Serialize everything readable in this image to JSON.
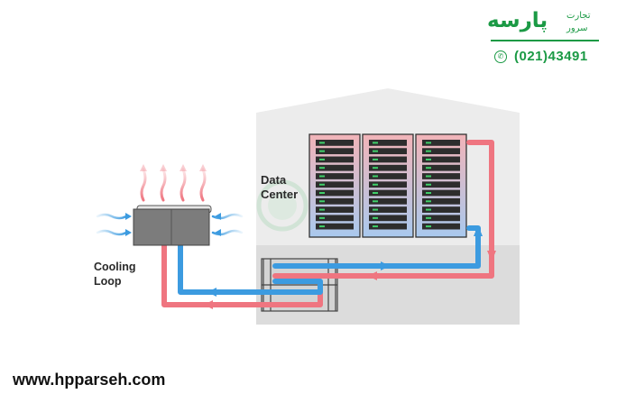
{
  "brand": {
    "name": "پارسه",
    "sub1": "تجارت",
    "sub2": "سرور",
    "phone": "(021)43491"
  },
  "diagram": {
    "data_center_label": "Data\nCenter",
    "cooling_loop_label": "Cooling\nLoop",
    "server_racks": 3,
    "units_per_rack": 11
  },
  "colors": {
    "hot": "#ef7580",
    "cold": "#3c9be0",
    "building": "#ececec",
    "building_lower": "#dcdcdc",
    "rack_top": "#f2b4b8",
    "rack_bottom": "#a9c9ee",
    "brand": "#1b9a45"
  },
  "footer": {
    "url": "www.hpparseh.com"
  }
}
